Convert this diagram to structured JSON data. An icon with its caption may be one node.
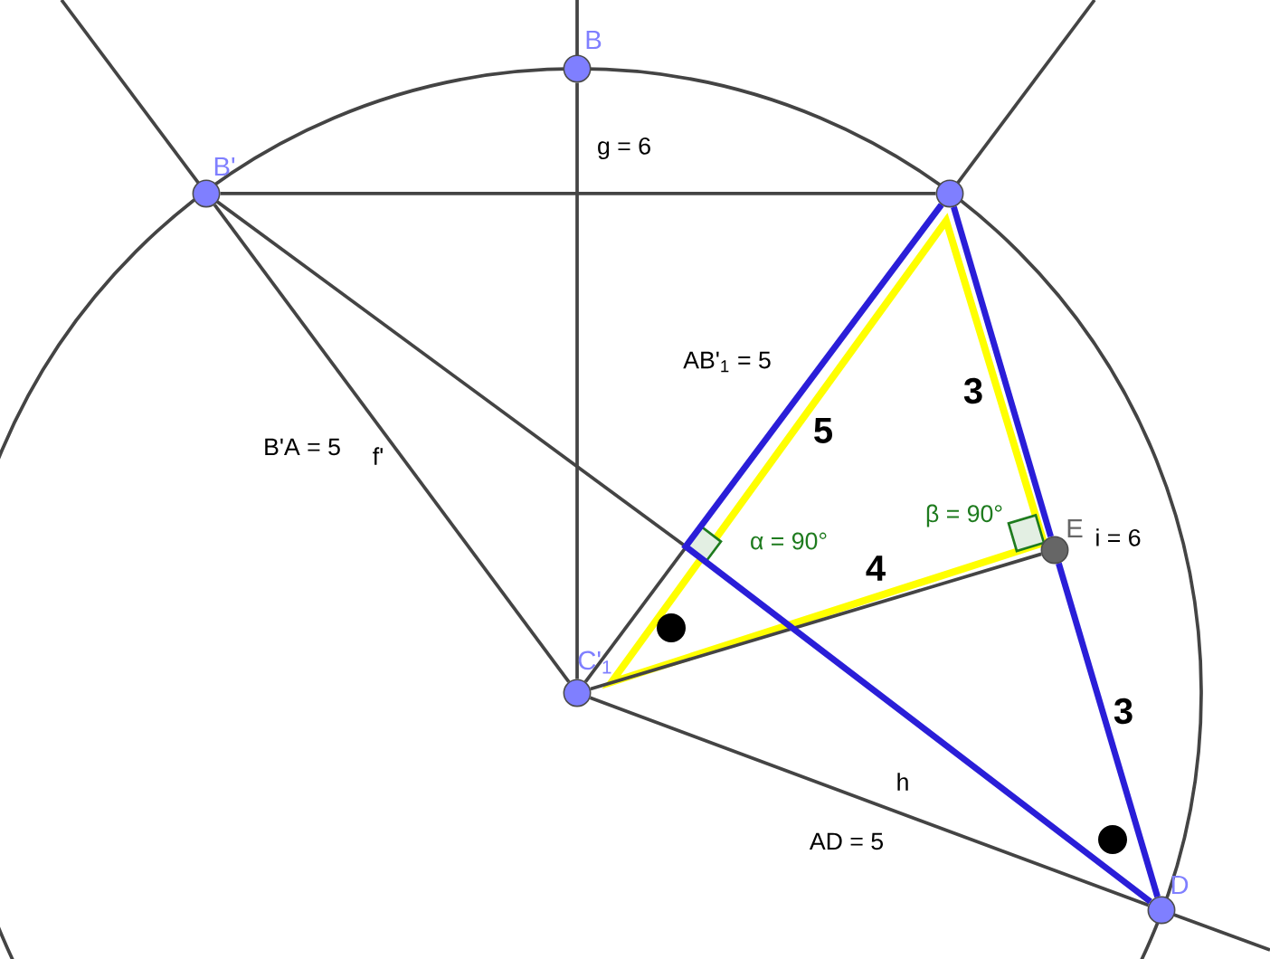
{
  "diagram": {
    "nodes": [
      {
        "text": [],
        "shape": "circle",
        "beside": [
          "B"
        ]
      },
      {
        "text": [],
        "shape": "circle",
        "beside": [
          "B'"
        ]
      },
      {
        "text": [],
        "shape": "circle"
      },
      {
        "text": [],
        "shape": "circle"
      },
      {
        "text": [],
        "shape": "circle",
        "beside": [
          "E"
        ]
      },
      {
        "text": [],
        "shape": "circle",
        "beside": [
          "D"
        ]
      }
    ],
    "edges": [
      {
        "from": 0,
        "to": 3,
        "arrow": "none"
      },
      {
        "from": 1,
        "to": 2,
        "arrow": "none"
      },
      {
        "from": 1,
        "to": 3,
        "arrow": "none"
      },
      {
        "from": 3,
        "to": 2,
        "arrow": "none"
      },
      {
        "from": 3,
        "to": 4,
        "arrow": "none"
      },
      {
        "from": 3,
        "to": 5,
        "arrow": "none"
      },
      {
        "from": 2,
        "to": 4,
        "arrow": "none",
        "style": "thick",
        "color": "#2a1ed8"
      },
      {
        "from": 4,
        "to": 5,
        "arrow": "none",
        "style": "thick",
        "color": "#2a1ed8"
      },
      {
        "from": 2,
        "to": 5,
        "arrow": "none",
        "style": "thick",
        "color": "#2a1ed8"
      }
    ],
    "labels": [
      "g = 6",
      "AB'$_{1}$ = 5",
      "B'A = 5",
      "f'",
      "5",
      "3",
      "α = 90°",
      "β = 90°",
      "4",
      "i = 6",
      "C'$_{1}$",
      "3",
      "h",
      "AD = 5"
    ]
  }
}
